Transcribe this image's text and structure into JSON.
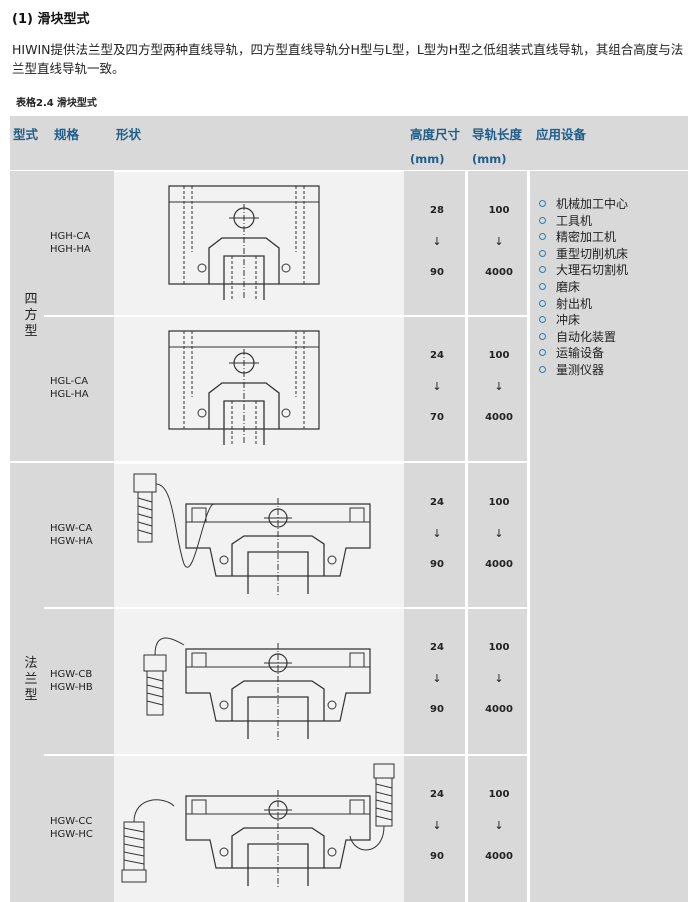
{
  "section_heading": "(1) 滑块型式",
  "intro_text": "HIWIN提供法兰型及四方型两种直线导轨，四方型直线导轨分H型与L型，L型为H型之低组装式直线导轨，其组合高度与法兰型直线导轨一致。",
  "table_caption": {
    "number": "表格2.4",
    "title": "滑块型式"
  },
  "headers": {
    "type": "型式",
    "spec": "规格",
    "shape": "形状",
    "height": "高度尺寸",
    "height_unit": "(mm)",
    "length": "导轨长度",
    "length_unit": "(mm)",
    "application": "应用设备"
  },
  "groups": [
    {
      "type": "四方型"
    },
    {
      "type": "法兰型"
    }
  ],
  "rows": [
    {
      "model_1": "HGH-CA",
      "model_2": "HGH-HA",
      "height_min": "28",
      "height_max": "90",
      "length_min": "100",
      "length_max": "4000",
      "arrow": "↓"
    },
    {
      "model_1": "HGL-CA",
      "model_2": "HGL-HA",
      "height_min": "24",
      "height_max": "70",
      "length_min": "100",
      "length_max": "4000",
      "arrow": "↓"
    },
    {
      "model_1": "HGW-CA",
      "model_2": "HGW-HA",
      "height_min": "24",
      "height_max": "90",
      "length_min": "100",
      "length_max": "4000",
      "arrow": "↓"
    },
    {
      "model_1": "HGW-CB",
      "model_2": "HGW-HB",
      "height_min": "24",
      "height_max": "90",
      "length_min": "100",
      "length_max": "4000",
      "arrow": "↓"
    },
    {
      "model_1": "HGW-CC",
      "model_2": "HGW-HC",
      "height_min": "24",
      "height_max": "90",
      "length_min": "100",
      "length_max": "4000",
      "arrow": "↓"
    }
  ],
  "applications": [
    "机械加工中心",
    "工具机",
    "精密加工机",
    "重型切削机床",
    "大理石切割机",
    "磨床",
    "射出机",
    "冲床",
    "自动化装置",
    "运输设备",
    "量测仪器"
  ],
  "colors": {
    "header_text": "#1f5e8a",
    "bullet": "#2a7fb8",
    "band": "#d9d9d9"
  }
}
